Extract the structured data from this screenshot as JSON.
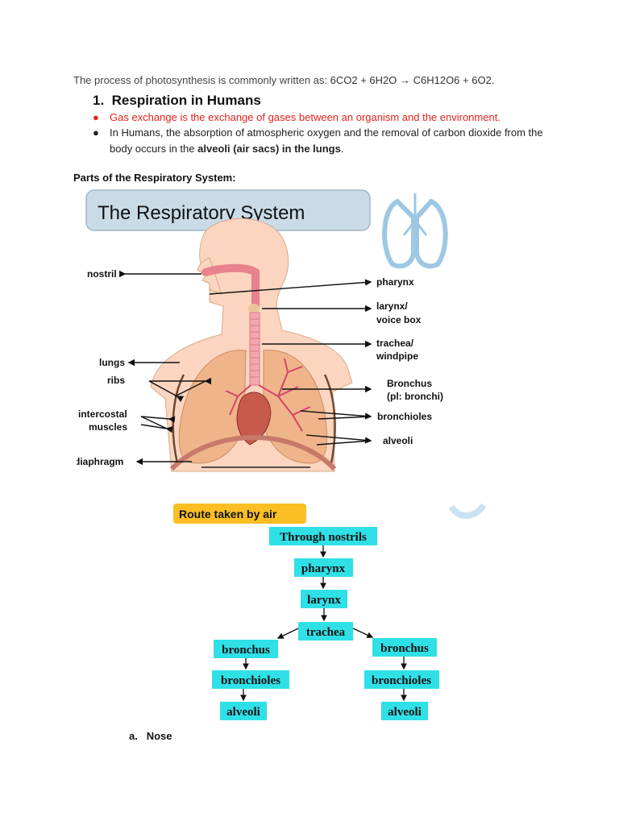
{
  "intro": {
    "text": "The process of photosynthesis is commonly written as: ",
    "equation": "6CO2 + 6H2O → C6H12O6 + 6O2."
  },
  "section": {
    "number": "1.",
    "title": "Respiration in Humans",
    "bullets": [
      {
        "text": "Gas exchange is the exchange of gases between an organism and the environment."
      },
      {
        "text_before": "In Humans, the absorption of atmospheric oxygen and the removal of carbon dioxide from the body occurs in the ",
        "bold": "alveoli (air sacs) in the lungs",
        "text_after": "."
      }
    ]
  },
  "parts_heading": "Parts of the Respiratory System:",
  "diagram": {
    "title": "The  Respiratory System",
    "labels": {
      "nostril": "nostril",
      "pharynx": "pharynx",
      "larynx_1": "larynx/",
      "larynx_2": "voice box",
      "trachea_1": "trachea/",
      "trachea_2": "windpipe",
      "lungs": "lungs",
      "ribs": "ribs",
      "bronchus_1": "Bronchus",
      "bronchus_2": "(pl: bronchi)",
      "intercostal_1": "intercostal",
      "intercostal_2": "muscles",
      "bronchioles": "bronchioles",
      "alveoli": "alveoli",
      "diaphragm": "diaphragm"
    }
  },
  "route": {
    "title": "Route taken by air",
    "nodes": {
      "nostrils": "Through nostrils",
      "pharynx": "pharynx",
      "larynx": "larynx",
      "trachea": "trachea",
      "bronchus_left": "bronchus",
      "bronchus_right": "bronchus",
      "bronchioles_left": "bronchioles",
      "bronchioles_right": "bronchioles",
      "alveoli_left": "alveoli",
      "alveoli_right": "alveoli"
    }
  },
  "subheading": {
    "marker": "a.",
    "text": "Nose"
  },
  "colors": {
    "bullet_red": "#e8221b",
    "route_box": "#2fe0e6",
    "route_title_bg": "#fbbf24",
    "diagram_title_bg": "#c9dbe6",
    "skin": "#fbd5bf",
    "lung": "#f0b48a",
    "airway": "#e8828c"
  }
}
